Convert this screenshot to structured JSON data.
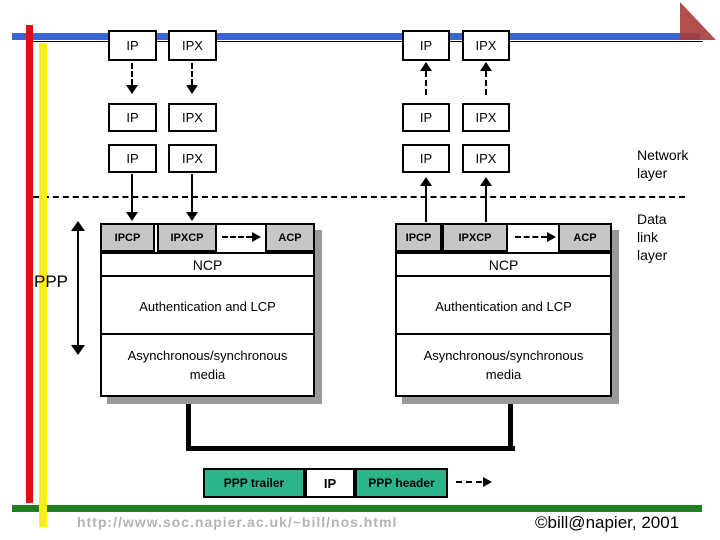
{
  "slide": {
    "network": {
      "left_rows": [
        [
          "IP",
          "IPX"
        ],
        [
          "IP",
          "IPX"
        ],
        [
          "IP",
          "IPX"
        ]
      ],
      "right_rows": [
        [
          "IP",
          "IPX"
        ],
        [
          "IP",
          "IPX"
        ],
        [
          "IP",
          "IPX"
        ]
      ],
      "label": [
        "Network",
        "layer"
      ]
    },
    "datalink": {
      "label": [
        "Data",
        "link",
        "layer"
      ],
      "ppp_label": "PPP",
      "stacks": [
        {
          "ipcp": "IPCP",
          "ipxcp": "IPXCP",
          "acp": "ACP",
          "ncp": "NCP",
          "auth": "Authentication and LCP",
          "media": [
            "Asynchronous/synchronous",
            "media"
          ]
        },
        {
          "ipcp": "IPCP",
          "ipxcp": "IPXCP",
          "acp": "ACP",
          "ncp": "NCP",
          "auth": "Authentication and LCP",
          "media": [
            "Asynchronous/synchronous",
            "media"
          ]
        }
      ]
    },
    "frame": {
      "trailer": "PPP trailer",
      "payload": "IP",
      "header": "PPP header"
    },
    "footer": {
      "url": "http://www.soc.napier.ac.uk/~bill/nos.html",
      "copyright": "©bill@napier, 2001"
    },
    "colors": {
      "accent_blue": "#3b65d1",
      "accent_red": "#dd1111",
      "accent_yellow": "#ffee11",
      "green_bar": "#208020",
      "triangle_red": "#a83c3c",
      "protocol_gray": "#c6c6c6",
      "frame_green": "#2db48c"
    }
  }
}
